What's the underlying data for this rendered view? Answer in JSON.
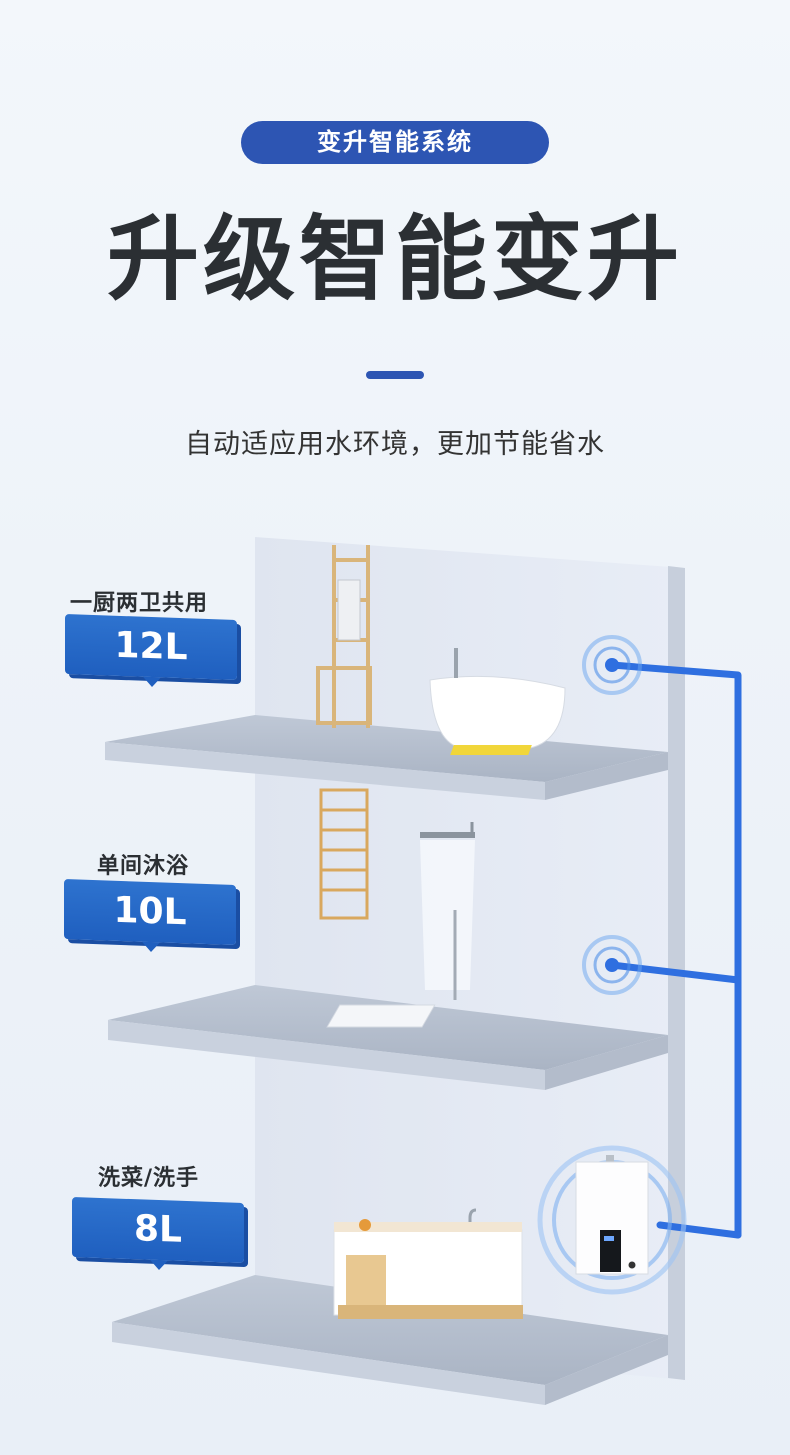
{
  "header": {
    "badge": "变升智能系统",
    "title": "升级智能变升",
    "subtitle": "自动适应用水环境，更加节能省水"
  },
  "scenarios": [
    {
      "label": "一厨两卫共用",
      "flow": "12L"
    },
    {
      "label": "单间沐浴",
      "flow": "10L"
    },
    {
      "label": "洗菜/洗手",
      "flow": "8L"
    }
  ],
  "colors": {
    "accent": "#2d55b3",
    "tag": "#1f5fbf",
    "line": "#2f6fe0",
    "text": "#2b2f33"
  }
}
